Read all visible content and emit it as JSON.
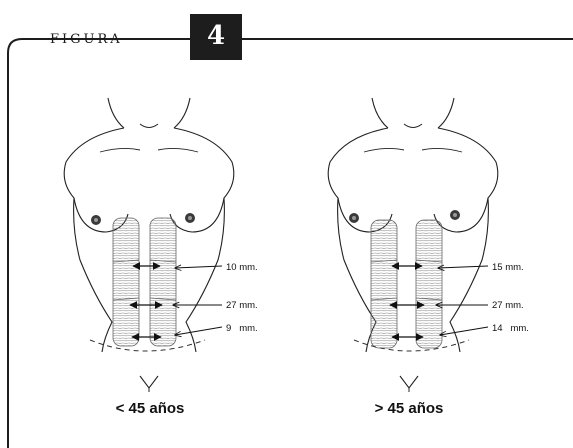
{
  "figure": {
    "label": "FIGURA",
    "number": "4"
  },
  "panels": [
    {
      "caption": "< 45 años",
      "measurements": [
        "10 mm.",
        "27 mm.",
        "9   mm."
      ]
    },
    {
      "caption": "> 45 años",
      "measurements": [
        "15 mm.",
        "27 mm.",
        "14   mm."
      ]
    }
  ]
}
